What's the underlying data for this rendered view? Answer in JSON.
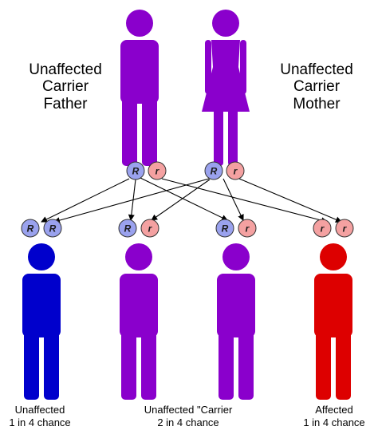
{
  "colors": {
    "carrier": "#8a00cc",
    "unaffected": "#0000cc",
    "affected": "#dd0000",
    "allele_R": "#9aa2ee",
    "allele_r": "#f4a1a1"
  },
  "parents": {
    "father": {
      "line1": "Unaffected",
      "line2": "Carrier",
      "line3": "Father",
      "icon": "male-figure-icon",
      "alleles": [
        "R",
        "r"
      ]
    },
    "mother": {
      "line1": "Unaffected",
      "line2": "Carrier",
      "line3": "Mother",
      "icon": "female-figure-icon",
      "alleles": [
        "R",
        "r"
      ]
    }
  },
  "children": [
    {
      "status": "Unaffected",
      "chance": "1 in 4 chance",
      "alleles": [
        "R",
        "R"
      ],
      "color": "unaffected"
    },
    {
      "status": "",
      "chance": "",
      "alleles": [
        "R",
        "r"
      ],
      "color": "carrier"
    },
    {
      "status": "",
      "chance": "",
      "alleles": [
        "R",
        "r"
      ],
      "color": "carrier"
    },
    {
      "status": "Affected",
      "chance": "1 in 4 chance",
      "alleles": [
        "r",
        "r"
      ],
      "color": "affected"
    }
  ],
  "carrier_group": {
    "status": "Unaffected \"Carrier",
    "chance": "2 in 4 chance"
  }
}
